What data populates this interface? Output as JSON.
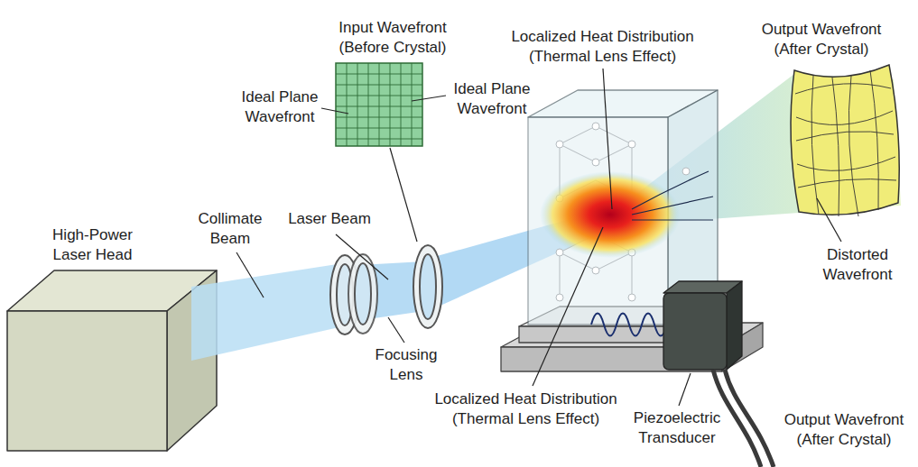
{
  "diagram": {
    "labels": [
      "High-Power Laser Head",
      "Collimate Beam",
      "Laser Beam",
      "Focusing Lens",
      "Input Wavefront (Before Crystal)",
      "Ideal Plane Wavefront",
      "Ideal Plane Wavefront",
      "Localized Heat Distribution (Thermal Lens Effect)",
      "Output Wavefront (After Crystal)",
      "Distorted Wavefront",
      "Localized Heat Distribution (Thermal Lens Effect)",
      "Piezoelectric Transducer",
      "Output Wavefront (After Crystal)"
    ]
  }
}
